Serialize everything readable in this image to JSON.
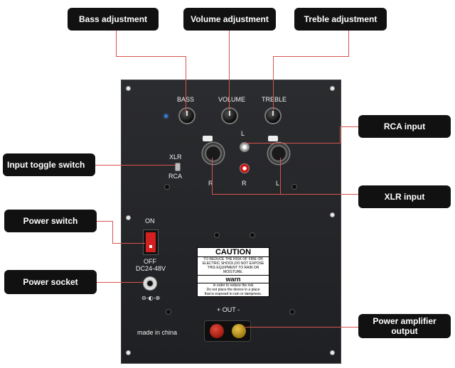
{
  "callouts": {
    "bass": "Bass adjustment",
    "volume": "Volume adjustment",
    "treble": "Treble adjustment",
    "rca_input": "RCA input",
    "input_toggle": "Input toggle switch",
    "xlr_input": "XLR input",
    "power_switch": "Power switch",
    "power_socket": "Power socket",
    "amp_output": "Power amplifier output"
  },
  "panel_labels": {
    "bass": "BASS",
    "volume": "VOLUME",
    "treble": "TREBLE",
    "xlr": "XLR",
    "rca": "RCA",
    "l_top": "L",
    "r_left": "R",
    "r_mid": "R",
    "l_right": "L",
    "on": "ON",
    "off": "OFF",
    "dc": "DC24-48V",
    "out": "+ OUT -",
    "made": "made in china"
  },
  "caution": {
    "title": "CAUTION",
    "line1": "TO REDUCE THE RISK OF FIRE OR",
    "line2": "ELECTRIC SHOCK,DO NOT EXPOSE",
    "line3": "THIS EQUIPMENT TO RAIN OR",
    "line4": "MOISTURE.",
    "warn": "warn",
    "w1": "in order to reduce the risk",
    "w2": "Do not place the device in a place",
    "w3": "that is exposed to rain or dampness."
  },
  "colors": {
    "leader_line": "#d9534f",
    "callout_bg": "#111111",
    "panel": "#25262a",
    "power_switch": "#d42020"
  }
}
